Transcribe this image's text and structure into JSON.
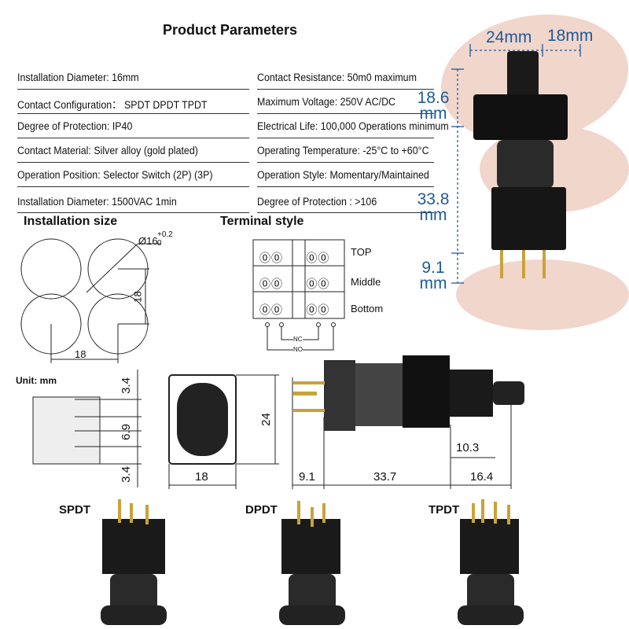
{
  "title": "Product Parameters",
  "params": [
    {
      "left": "Installation Diameter: 16mm",
      "right": "Contact Resistance: 50m0 maximum"
    },
    {
      "left": "Contact Configuration：  SPDT DPDT TPDT",
      "right": "Maximum Voltage: 250V AC/DC"
    },
    {
      "left": "Degree of Protection: IP40",
      "right": "Electrical Life: 100,000 Operations minimum"
    },
    {
      "left": "Contact Material: Silver alloy (gold plated)",
      "right": "Operating Temperature: -25°C to +60°C"
    },
    {
      "left": "Operation Position: Selector Switch (2P) (3P)",
      "right": "Operation Style: Momentary/Maintained"
    },
    {
      "left": "Installation Diameter: 1500VAC 1min",
      "right": "Degree of Protection : >106"
    }
  ],
  "photo_dims": {
    "width": "24mm",
    "depth": "18mm",
    "head": "18.6",
    "body": "33.8",
    "pins": "9.1",
    "unit": "mm"
  },
  "installation": {
    "title": "Installation size",
    "diameter": "Ø16",
    "tol_plus": "+0.2",
    "tol_minus": "0",
    "spacing_v": "18",
    "spacing_h": "18"
  },
  "terminal": {
    "title": "Terminal style",
    "rows": [
      "TOP",
      "Middle",
      "Bottom"
    ],
    "nc": "NC",
    "no": "NO"
  },
  "drawing": {
    "unit": "Unit: mm",
    "back_dims": [
      "3.4",
      "6.9",
      "3.4"
    ],
    "front_w": "18",
    "front_h": "24",
    "side": [
      "10.3",
      "9.1",
      "33.7",
      "16.4"
    ]
  },
  "variants": [
    "SPDT",
    "DPDT",
    "TPDT"
  ],
  "colors": {
    "dimension_blue": "#1d5b9a"
  }
}
